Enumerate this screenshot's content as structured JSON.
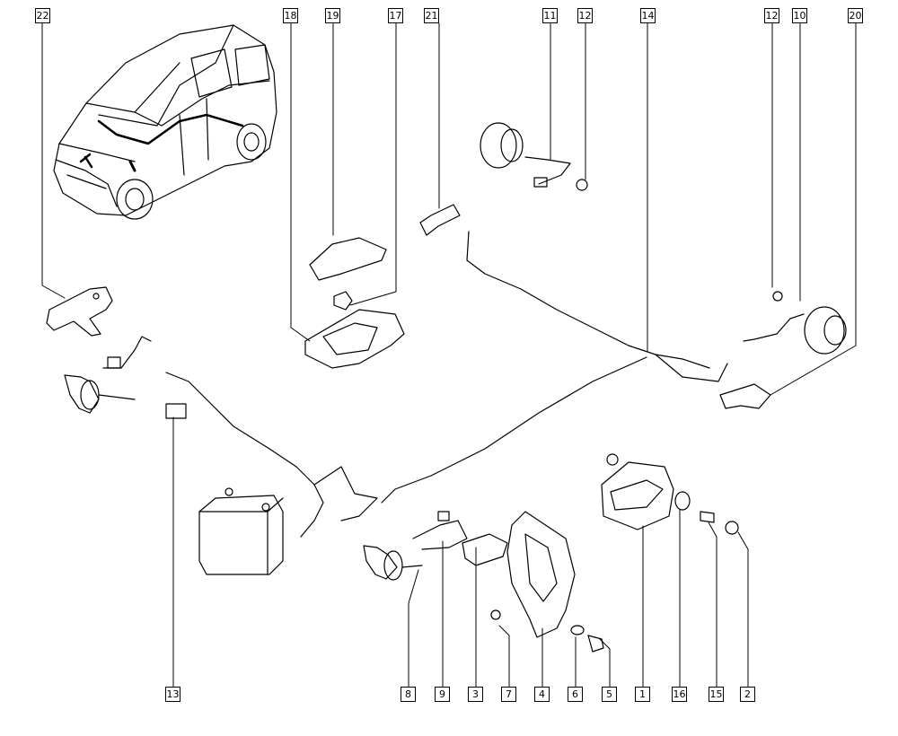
{
  "callouts": [
    {
      "id": "22",
      "label": "22"
    },
    {
      "id": "18",
      "label": "18"
    },
    {
      "id": "19",
      "label": "19"
    },
    {
      "id": "17",
      "label": "17"
    },
    {
      "id": "21",
      "label": "21"
    },
    {
      "id": "11",
      "label": "11"
    },
    {
      "id": "12a",
      "label": "12"
    },
    {
      "id": "14",
      "label": "14"
    },
    {
      "id": "12b",
      "label": "12"
    },
    {
      "id": "10",
      "label": "10"
    },
    {
      "id": "20",
      "label": "20"
    },
    {
      "id": "13",
      "label": "13"
    },
    {
      "id": "8",
      "label": "8"
    },
    {
      "id": "9",
      "label": "9"
    },
    {
      "id": "3",
      "label": "3"
    },
    {
      "id": "7",
      "label": "7"
    },
    {
      "id": "4",
      "label": "4"
    },
    {
      "id": "6",
      "label": "6"
    },
    {
      "id": "5",
      "label": "5"
    },
    {
      "id": "1",
      "label": "1"
    },
    {
      "id": "16",
      "label": "16"
    },
    {
      "id": "15",
      "label": "15"
    },
    {
      "id": "2",
      "label": "2"
    }
  ]
}
